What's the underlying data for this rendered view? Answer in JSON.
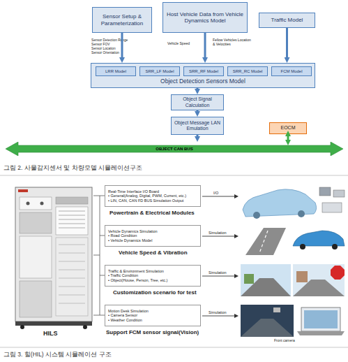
{
  "diagram": {
    "caption": "그림 2. 사물감지센서 및 차량모델 시뮬레이션구조",
    "nodes": [
      {
        "text": [
          "Sensor Setup & Parameterization"
        ]
      },
      {
        "text": [
          "Host Vehicle Data from Vehicle Dynamics Model"
        ]
      },
      {
        "text": [
          "Traffic Model"
        ]
      },
      {
        "text": [
          "Object Detection Sensors Model"
        ]
      },
      {
        "text": [
          "LRR Model"
        ],
        "in": 3
      },
      {
        "text": [
          "SRR_LF Model"
        ],
        "in": 3
      },
      {
        "text": [
          "SRR_RF Model"
        ],
        "in": 3
      },
      {
        "text": [
          "SRR_RC Model"
        ],
        "in": 3
      },
      {
        "text": [
          "FCM Model"
        ],
        "in": 3
      },
      {
        "text": [
          "Object Signal Calculation"
        ]
      },
      {
        "text": [
          "Object Message LAN Emulation"
        ]
      },
      {
        "text": [
          "EOCM"
        ]
      },
      {
        "text": [
          "OBJECT CAN BUS"
        ]
      },
      {
        "text": [
          "Real-Time Interface I/O Board",
          "• General(Analog, Digital, PWM, Current, etc.)",
          "• LIN, CAN, CAN FD BUS Simulation Output"
        ]
      },
      {
        "text": [
          "Vehicle Dynamics Simulation",
          "• Road Condition",
          "• Vehicle Dynamics Model"
        ]
      },
      {
        "text": [
          "Traffic & Environment Simulation",
          "• Traffic Condition",
          "• Object(House, Person, Tree, etc.)"
        ]
      },
      {
        "text": [
          "Motion Desk Simulation",
          "• Camera Sensor",
          "• Weather Condition"
        ]
      }
    ],
    "edges": [
      {
        "from": 0,
        "to": 3,
        "arrow": "to"
      },
      {
        "from": 1,
        "to": 3,
        "arrow": "to"
      },
      {
        "from": 2,
        "to": 3,
        "arrow": "to"
      },
      {
        "from": 3,
        "to": 9,
        "arrow": "to"
      },
      {
        "from": 9,
        "to": 10,
        "arrow": "to"
      },
      {
        "from": 10,
        "to": 12,
        "arrow": "to"
      },
      {
        "from": 11,
        "to": 12,
        "arrow": "both"
      }
    ],
    "labels": [
      "Sensor Detection Range",
      "Sensor FOV",
      "Sensor Location",
      "Sensor Orientation",
      "Vehicle Speed",
      "Fellow Vehicles Location & Velocities",
      "HILS",
      "I/O",
      "Powertrain & Electrical Modules",
      "Simulation",
      "Vehicle Speed & Vibration",
      "Simulation",
      "Customization scenario for test",
      "Simulation",
      "Support FCM sensor signal(Vision)",
      "Front camera",
      "그림 3. 힐(HIL) 시스템 시뮬레이션 구조"
    ]
  }
}
